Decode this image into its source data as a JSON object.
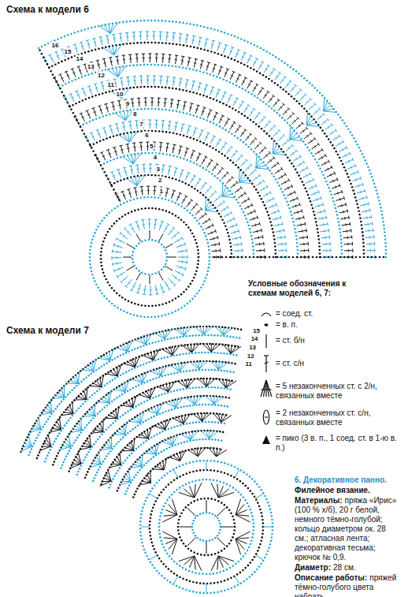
{
  "diagram": {
    "labels": [
      "Схема к модели 6",
      "1",
      "2",
      "3",
      "4",
      "5",
      "6",
      "7",
      "8",
      "9",
      "10",
      "11",
      "12",
      "13",
      "14",
      "15",
      "16",
      "Схема к модели 7",
      "11",
      "12",
      "13",
      "14",
      "15",
      "Условные обозначения к схемам моделей 6, 7:",
      "6. Декоративное панно.",
      "Филейное вязание.",
      "Материалы:",
      "пряжа «Ирис» (100 % х/б), 20 г белой, немного тёмно-голубой; кольцо диаметром ок. 28 см.; атласная лента; декоративная тесьма; крючок № 0,9.",
      "Диаметр:",
      "28 см.",
      "Описание работы:",
      "пряжей тёмно-голубого цвета набрать"
    ],
    "legend": [
      {
        "text": "= соед. ст."
      },
      {
        "text": "= в. п."
      },
      {
        "text": "= ст. б/н"
      },
      {
        "text": "= ст. с/н"
      },
      {
        "text": "= 5 незаконченных ст. с 2/н, связанных вместе"
      },
      {
        "text": "= 2 незаконченных ст. с/н, связанных вместе"
      },
      {
        "text": "= пико (3 в. п., 1 соед. ст. в 1-ю в. п.)"
      }
    ]
  }
}
